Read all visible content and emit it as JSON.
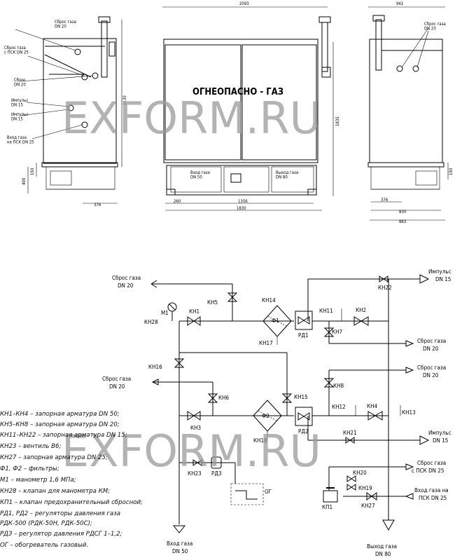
{
  "drawing": {
    "dims_top": {
      "side_width": "942",
      "front_width": "2093",
      "height_total": "2130",
      "height_front": "1835",
      "base_150": "150",
      "base_400": "400",
      "dim_376": "376",
      "dim_260": "260",
      "dim_1356": "1356",
      "dim_1830": "1830",
      "dim_830": "830",
      "dim_883": "883",
      "base_150_right": "150",
      "dim_376_right": "376"
    },
    "door_text": "ОГНЕОПАСНО - ГАЗ",
    "front_inlet": "Вход газа\nDN 50",
    "front_outlet": "Выход газа\nDN 80",
    "left_labels": [
      "Сброс газа\nDN 20",
      "Сброс газа\nс ПСК DN 25",
      "Сброс\nDN 20",
      "Импульс\nDN 15",
      "Импульс\nDN 15",
      "Вход газа\nна ПСК DN 25"
    ],
    "right_labels": [
      "Сброс газа\nDN 20"
    ]
  },
  "watermark": "EXFORM.RU",
  "schematic": {
    "labels": {
      "sbros_top": [
        "Сброс газа",
        "DN 20"
      ],
      "impulse_top": [
        "Импульс",
        "DN 15"
      ],
      "sbros_r1": [
        "Сброс газа",
        "DN 20"
      ],
      "sbros_r2": [
        "Сброс газа",
        "DN 20"
      ],
      "sbros_left": [
        "Сброс газа",
        "DN 20"
      ],
      "impulse_mid": [
        "Импульс",
        "DN 15"
      ],
      "sbros_psk": [
        "Сброс газа",
        "с ПСК DN 25"
      ],
      "vhod_psk": [
        "Вход газа на",
        "ПСК DN 25"
      ],
      "inlet": [
        "Вход газа",
        "DN 50"
      ],
      "outlet": [
        "Выход газа",
        "DN 80"
      ]
    },
    "components": {
      "m1": "М1",
      "kn28": "КН28",
      "kn1": "КН1",
      "kn5": "КН5",
      "kn14": "КН14",
      "f1": "Ф1",
      "kn17": "КН17",
      "rd1": "РД1",
      "kn11": "КН11",
      "kn7": "КН7",
      "kn2": "КН2",
      "kn22": "КН22",
      "kn16": "КН16",
      "kn6": "КН6",
      "kn3": "КН3",
      "f2": "Ф2",
      "kn15": "КН15",
      "kn18": "КН18",
      "rd2": "РД2",
      "kn8": "КН8",
      "kn12": "КН12",
      "kn4": "КН4",
      "kn13": "КН13",
      "kn21": "КН21",
      "kn23": "КН23",
      "rd3": "РД3",
      "og": "ОГ",
      "kn20": "КН20",
      "kn19": "КН19",
      "kp1": "КП1",
      "kn27": "КН27"
    }
  },
  "legend": [
    "КН1–КН4 – запорная арматура DN 50;",
    "КН5–КН8 – запорная арматура DN 20;",
    "КН11–КН22 – запорная арматура DN 15;",
    "КН23 – вентиль В6;",
    "КН27 – запорная арматура DN 25;",
    "Ф1, Ф2 – фильтры;",
    "М1 – манометр 1,6 МПа;",
    "КН28 – клапан для манометра КМ;",
    "КП1 – клапан предохранительный сбросной;",
    "РД1, РД2 – регуляторы давления газа",
    "РДК-500 (РДК-50Н, РДК-50С);",
    "РДЗ – регулятор давления РДСГ 1–1,2;",
    "ОГ – обогреватель газовый."
  ]
}
